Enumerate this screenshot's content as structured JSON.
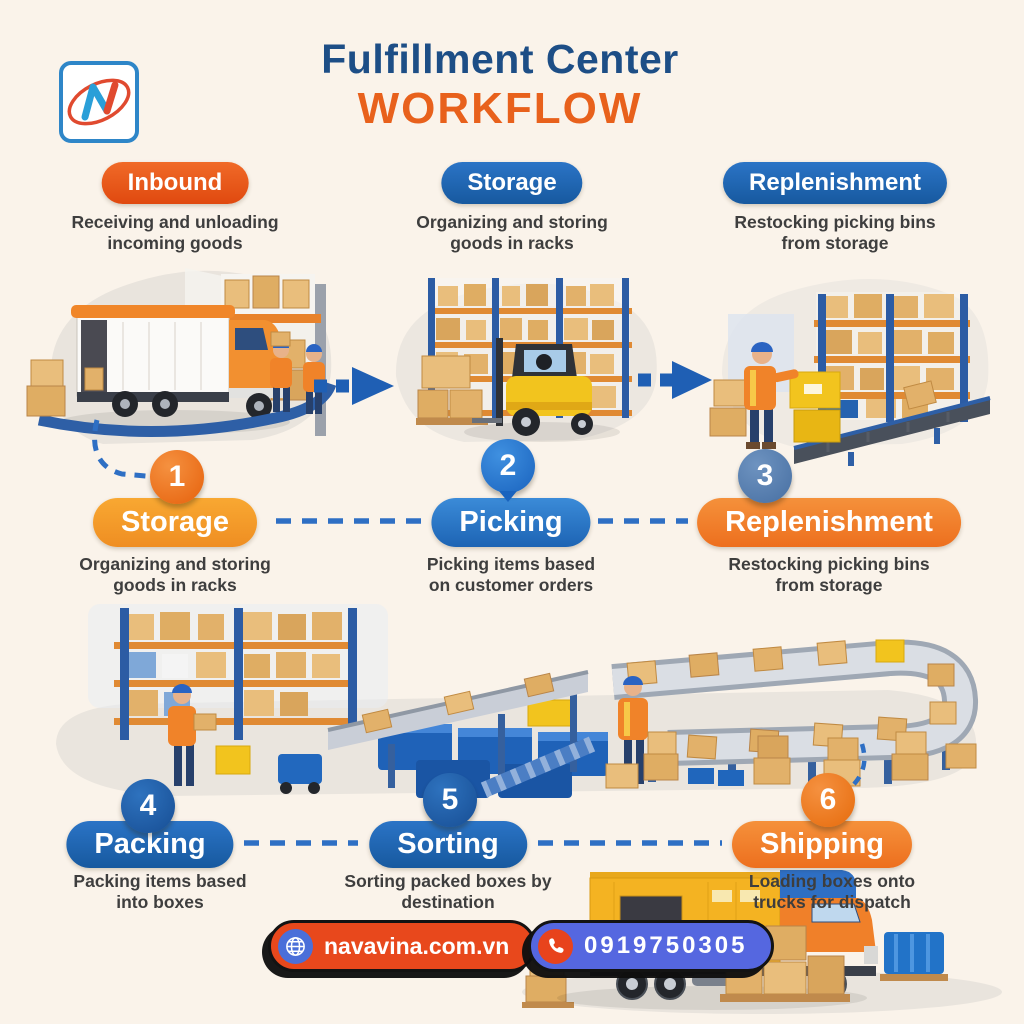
{
  "header": {
    "title_line1": "Fulfillment Center",
    "title_line2": "WORKFLOW"
  },
  "logo": {
    "letter": "N"
  },
  "row1": {
    "steps": [
      {
        "label": "Inbound",
        "description": "Receiving and unloading incoming goods"
      },
      {
        "label": "Storage",
        "description": "Organizing and storing goods in racks"
      },
      {
        "label": "Replenishment",
        "description": "Restocking picking bins from storage"
      }
    ]
  },
  "row2": {
    "steps": [
      {
        "number": "1",
        "label": "Storage",
        "description": "Organizing and storing goods in racks"
      },
      {
        "number": "2",
        "label": "Picking",
        "description": "Picking items based on customer orders"
      },
      {
        "number": "3",
        "label": "Replenishment",
        "description": "Restocking picking bins from storage"
      }
    ]
  },
  "row3": {
    "steps": [
      {
        "number": "4",
        "label": "Packing",
        "description": "Packing items based into boxes"
      },
      {
        "number": "5",
        "label": "Sorting",
        "description": "Sorting packed boxes by destination"
      },
      {
        "number": "6",
        "label": "Shipping",
        "description": "Loading boxes onto trucks for dispatch"
      }
    ]
  },
  "footer": {
    "website": "navavina.com.vn",
    "phone": "0919750305"
  },
  "icons": {
    "logo": "navavina-n-icon",
    "website": "globe-icon",
    "phone": "phone-icon",
    "flow_arrow": "arrow-right-icon"
  },
  "colors": {
    "background": "#FAF3EA",
    "title_navy": "#1D4E86",
    "title_orange": "#E8611C",
    "pill_orange": "#E7571B",
    "pill_blue": "#1D64B4",
    "pill_amber": "#F49D26",
    "connector_blue": "#2E6FC4",
    "badge_red": "#E8481C",
    "badge_blue": "#5567E0"
  },
  "illustrations": {
    "inbound": "truck-unloading-dock-scene",
    "storage": "warehouse-racks-forklift-scene",
    "replenishment": "worker-restocking-shelves-scene",
    "fulfillment_floor": "packing-sorting-conveyor-scene",
    "shipping": "truck-loading-pallets-scene"
  }
}
